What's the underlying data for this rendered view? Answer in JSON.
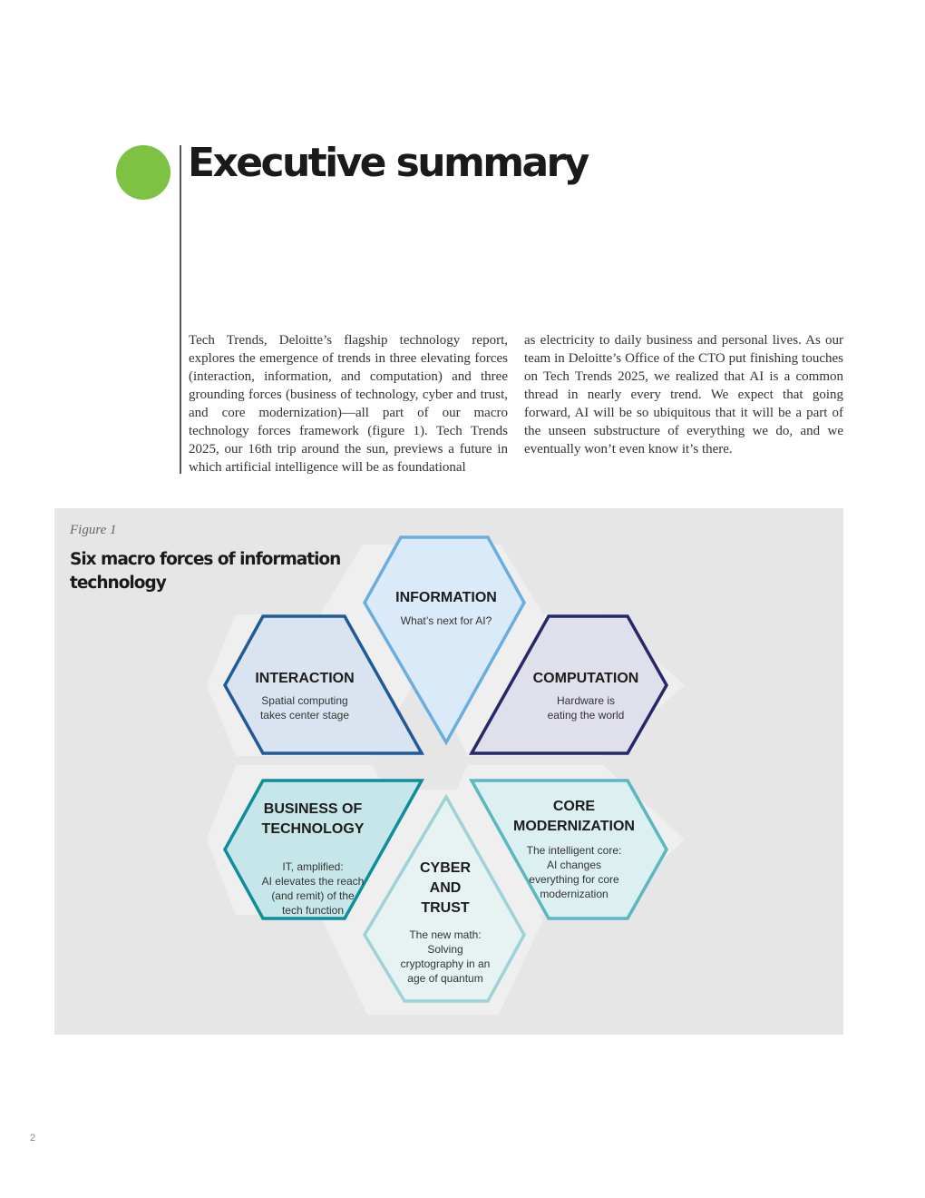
{
  "page": {
    "title": "Executive summary",
    "body_col1": "Tech Trends, Deloitte’s flagship technology report, explores the emergence of trends in three elevating forces (interaction, information, and computation) and three grounding forces (business of technology, cyber and trust, and core modernization)—all part of our macro technology forces framework (figure 1). Tech Trends 2025, our 16th trip around the sun, previews a future in which artificial intelligence will be as foundational",
    "body_col2": "as electricity to daily business and personal lives. As our team in Deloitte’s Office of the CTO put finishing touches on Tech Trends 2025, we realized that AI is a common thread in nearly every trend. We expect that going forward, AI will be so ubiquitous that it will be a part of the unseen substructure of everything we do, and we eventually won’t even know it’s there.",
    "page_number": "2",
    "accent_color": "#7dc242"
  },
  "figure": {
    "label": "Figure 1",
    "title": "Six macro forces of information technology",
    "forces": [
      {
        "name": "INFORMATION",
        "title_lines": [
          "INFORMATION"
        ],
        "desc_lines": [
          "What’s next for AI?"
        ],
        "fill": "#dbeaf8",
        "stroke": "#6aaee0"
      },
      {
        "name": "INTERACTION",
        "title_lines": [
          "INTERACTION"
        ],
        "desc_lines": [
          "Spatial computing",
          "takes center stage"
        ],
        "fill": "#dae4f1",
        "stroke": "#1f5a99"
      },
      {
        "name": "COMPUTATION",
        "title_lines": [
          "COMPUTATION"
        ],
        "desc_lines": [
          "Hardware is",
          "eating the world"
        ],
        "fill": "#dfe0ec",
        "stroke": "#27286a"
      },
      {
        "name": "BUSINESS OF TECHNOLOGY",
        "title_lines": [
          "BUSINESS OF",
          "TECHNOLOGY"
        ],
        "desc_lines": [
          "IT, amplified:",
          "AI elevates the reach",
          "(and remit) of the",
          "tech function"
        ],
        "fill": "#c7e6ea",
        "stroke": "#0e8d9c"
      },
      {
        "name": "CORE MODERNIZATION",
        "title_lines": [
          "CORE",
          "MODERNIZATION"
        ],
        "desc_lines": [
          "The intelligent core:",
          "AI changes",
          "everything for core",
          "modernization"
        ],
        "fill": "#dceff1",
        "stroke": "#5ab8be"
      },
      {
        "name": "CYBER AND TRUST",
        "title_lines": [
          "CYBER",
          "AND",
          "TRUST"
        ],
        "desc_lines": [
          "The new math:",
          "Solving",
          "cryptography in an",
          "age of quantum"
        ],
        "fill": "#e7f2f3",
        "stroke": "#9ed3d6"
      }
    ]
  }
}
